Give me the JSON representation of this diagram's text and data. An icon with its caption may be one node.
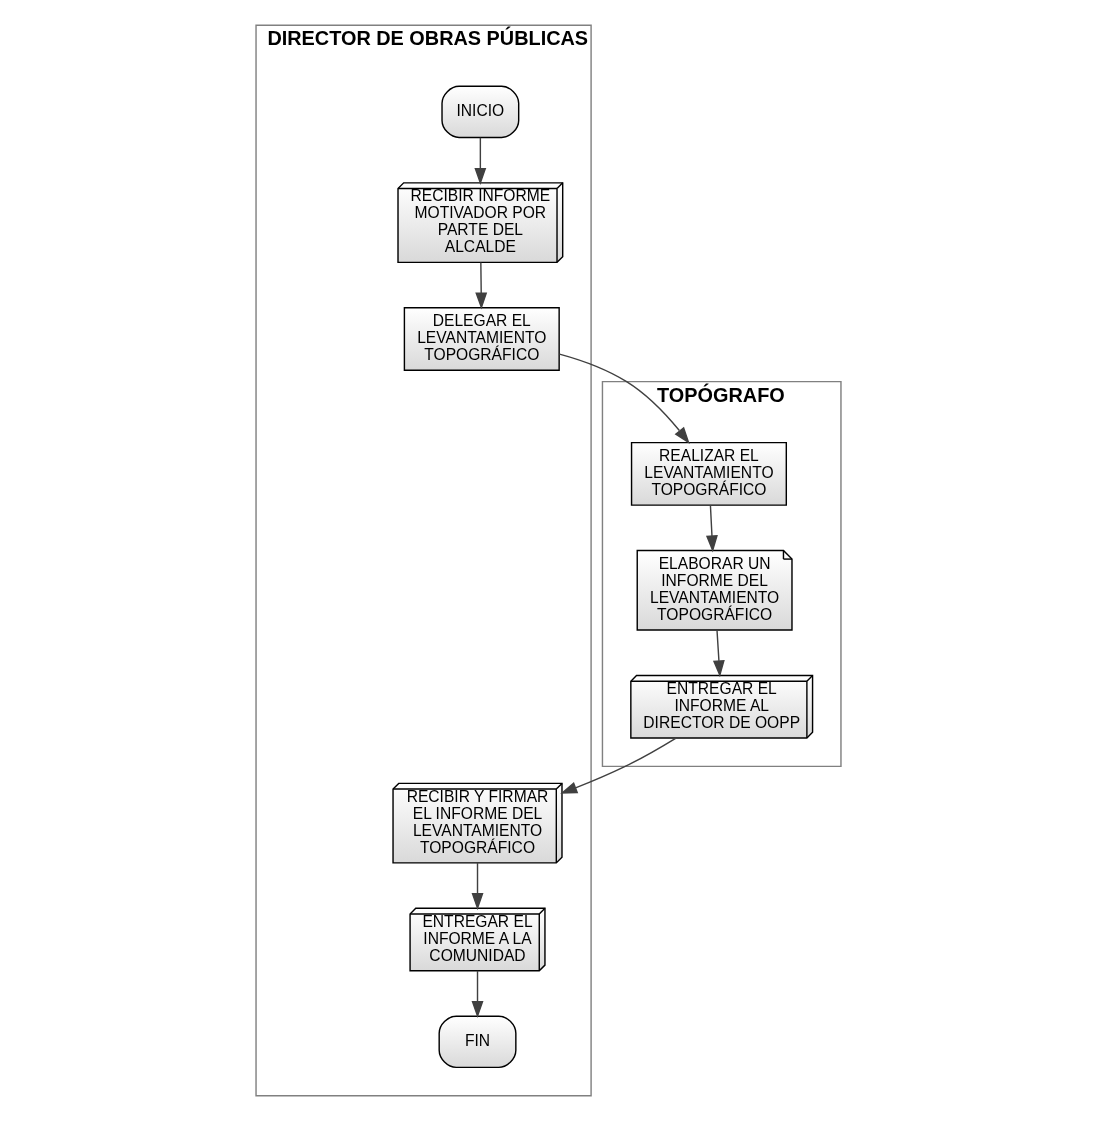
{
  "diagram": {
    "nodes": [
      {
        "text": [
          "DIRECTOR DE OBRAS PÚBLICAS"
        ]
      },
      {
        "text": [
          "TOPÓGRAFO"
        ]
      },
      {
        "text": [
          "INICIO"
        ],
        "in": 0
      },
      {
        "text": [
          "RECIBIR INFORME MOTIVADOR POR PARTE DEL ALCALDE"
        ],
        "in": 0
      },
      {
        "text": [
          "DELEGAR EL LEVANTAMIENTO TOPOGRÁFICO"
        ],
        "in": 0
      },
      {
        "text": [
          "REALIZAR EL LEVANTAMIENTO TOPOGRÁFICO"
        ],
        "in": 1
      },
      {
        "text": [
          "ELABORAR UN INFORME DEL LEVANTAMIENTO TOPOGRÁFICO"
        ],
        "in": 1
      },
      {
        "text": [
          "ENTREGAR EL INFORME AL DIRECTOR DE OOPP"
        ],
        "in": 1
      },
      {
        "text": [
          "RECIBIR Y FIRMAR EL INFORME DEL LEVANTAMIENTO TOPOGRÁFICO"
        ],
        "in": 0
      },
      {
        "text": [
          "ENTREGAR EL INFORME A LA COMUNIDAD"
        ],
        "in": 0
      },
      {
        "text": [
          "FIN"
        ],
        "in": 0
      }
    ],
    "edges": [
      {
        "from": 2,
        "to": 3,
        "arrow": "to"
      },
      {
        "from": 3,
        "to": 4,
        "arrow": "to"
      },
      {
        "from": 4,
        "to": 5,
        "arrow": "to"
      },
      {
        "from": 5,
        "to": 6,
        "arrow": "to"
      },
      {
        "from": 6,
        "to": 7,
        "arrow": "to"
      },
      {
        "from": 7,
        "to": 8,
        "arrow": "to"
      },
      {
        "from": 8,
        "to": 9,
        "arrow": "to"
      },
      {
        "from": 9,
        "to": 10,
        "arrow": "to"
      }
    ]
  }
}
